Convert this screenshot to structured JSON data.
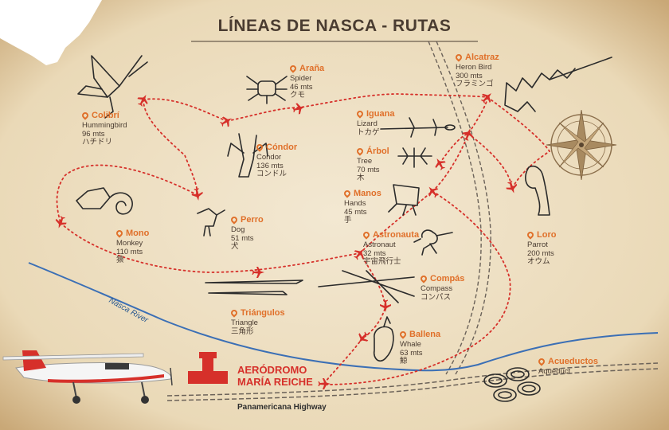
{
  "title": "LÍNEAS DE NASCA - RUTAS",
  "colors": {
    "accent": "#e0702a",
    "route": "#d6302a",
    "river": "#3b6fb5",
    "text": "#4a3c31",
    "parchment": "#f4ead6"
  },
  "figures": [
    {
      "id": "colibri",
      "name": "Colibrí",
      "en": "Hummingbird",
      "len": "96 mts",
      "jp": "ハチドリ",
      "icon": "hummingbird-geoglyph"
    },
    {
      "id": "arana",
      "name": "Araña",
      "en": "Spider",
      "len": "46 mts",
      "jp": "クモ",
      "icon": "spider-geoglyph"
    },
    {
      "id": "alcatraz",
      "name": "Alcatraz",
      "en": "Heron Bird",
      "len": "300 mts",
      "jp": "フラミンゴ",
      "icon": "heron-geoglyph"
    },
    {
      "id": "iguana",
      "name": "Iguana",
      "en": "Lizard",
      "len": "",
      "jp": "トカゲ",
      "icon": "lizard-geoglyph"
    },
    {
      "id": "condor",
      "name": "Cóndor",
      "en": "Condor",
      "len": "136 mts",
      "jp": "コンドル",
      "icon": "condor-geoglyph"
    },
    {
      "id": "arbol",
      "name": "Árbol",
      "en": "Tree",
      "len": "70 mts",
      "jp": "木",
      "icon": "tree-geoglyph"
    },
    {
      "id": "manos",
      "name": "Manos",
      "en": "Hands",
      "len": "45 mts",
      "jp": "手",
      "icon": "hands-geoglyph"
    },
    {
      "id": "mono",
      "name": "Mono",
      "en": "Monkey",
      "len": "110 mts",
      "jp": "猿",
      "icon": "monkey-geoglyph"
    },
    {
      "id": "perro",
      "name": "Perro",
      "en": "Dog",
      "len": "51 mts",
      "jp": "犬",
      "icon": "dog-geoglyph"
    },
    {
      "id": "astronauta",
      "name": "Astronauta",
      "en": "Astronaut",
      "len": "32 mts",
      "jp": "宇宙飛行士",
      "icon": "astronaut-geoglyph"
    },
    {
      "id": "loro",
      "name": "Loro",
      "en": "Parrot",
      "len": "200 mts",
      "jp": "オウム",
      "icon": "parrot-geoglyph"
    },
    {
      "id": "compas",
      "name": "Compás",
      "en": "Compass",
      "len": "",
      "jp": "コンパス",
      "icon": "compass-geoglyph"
    },
    {
      "id": "triangulos",
      "name": "Triángulos",
      "en": "Triangle",
      "len": "",
      "jp": "三角形",
      "icon": "triangle-geoglyph"
    },
    {
      "id": "ballena",
      "name": "Ballena",
      "en": "Whale",
      "len": "63 mts",
      "jp": "鯨",
      "icon": "whale-geoglyph"
    },
    {
      "id": "acueductos",
      "name": "Acueductos",
      "en": "Aqueduct",
      "len": "",
      "jp": "",
      "icon": "aqueduct-geoglyph"
    }
  ],
  "airport": {
    "line1": "AERÓDROMO",
    "line2": "MARÍA REICHE"
  },
  "river_label": "Nasca River",
  "highway_label": "Panamericana Highway"
}
